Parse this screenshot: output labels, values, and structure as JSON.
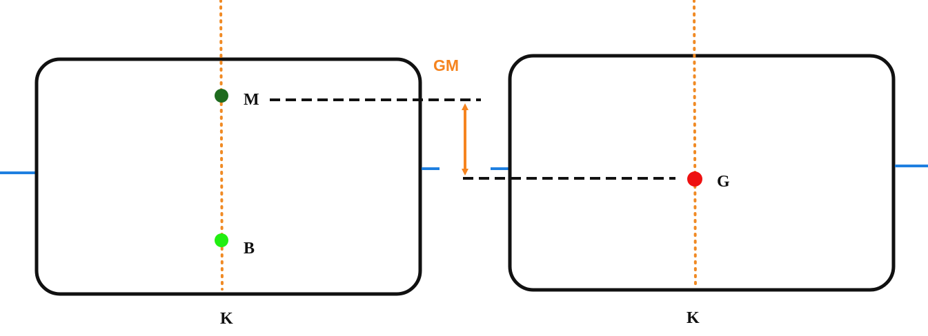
{
  "labels": {
    "m": "M",
    "b": "B",
    "g": "G",
    "gm": "GM",
    "k_left": "K",
    "k_right": "K"
  },
  "colors": {
    "outline": "#111111",
    "centerline": "#f08a24",
    "waterline": "#1e7fe0",
    "gm_arrow": "#f5841f",
    "gm_text": "#f5841f",
    "dashed": "#111111",
    "point_m": "#1e6b1e",
    "point_b": "#22ee11",
    "point_g": "#ee1111"
  }
}
